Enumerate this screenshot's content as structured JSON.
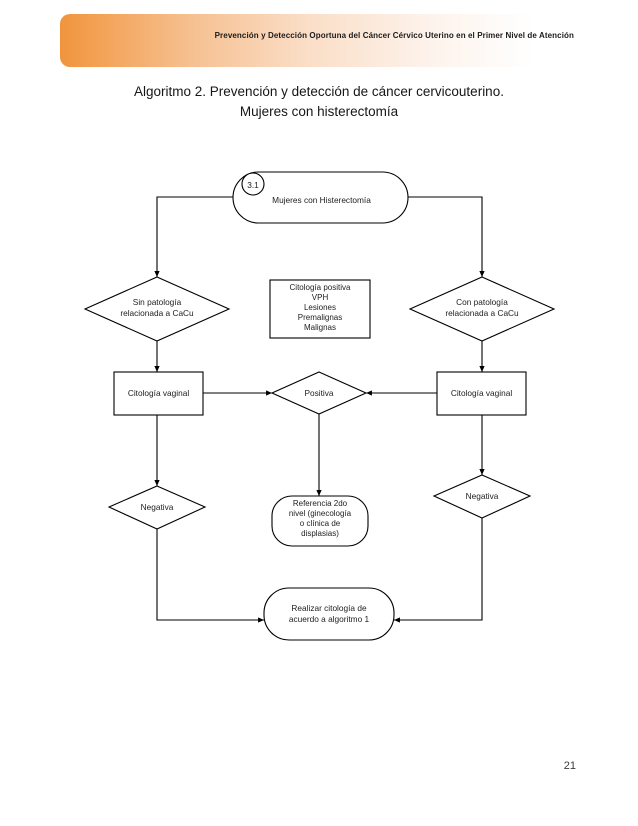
{
  "header": {
    "banner_text": "Prevención y Detección Oportuna del Cáncer Cérvico Uterino en el Primer Nivel de Atención",
    "gradient_from": "#f0943e",
    "gradient_to": "#ffffff"
  },
  "title": {
    "line1": "Algoritmo 2. Prevención y detección de cáncer cervicouterino.",
    "line2": "Mujeres con histerectomía"
  },
  "footer": {
    "page_number": "21"
  },
  "diagram": {
    "stroke_color": "#000000",
    "fill_color": "#ffffff",
    "nodes": {
      "start": {
        "badge": "3.1",
        "label": "Mujeres con Histerectomía",
        "shape": "stadium"
      },
      "left_branch": {
        "label_line1": "Sin patología",
        "label_line2": "relacionada a CaCu",
        "shape": "diamond"
      },
      "right_branch": {
        "label_line1": "Con patología",
        "label_line2": "relacionada a CaCu",
        "shape": "diamond"
      },
      "legend_box": {
        "line1": "Citología positiva",
        "line2": "VPH",
        "line3": "Lesiones",
        "line4": "Premalignas",
        "line5": "Malignas",
        "shape": "rectangle"
      },
      "left_cytology": {
        "label": "Citología vaginal",
        "shape": "rectangle"
      },
      "right_cytology": {
        "label": "Citología vaginal",
        "shape": "rectangle"
      },
      "positive": {
        "label": "Positiva",
        "shape": "diamond"
      },
      "left_negative": {
        "label": "Negativa",
        "shape": "diamond"
      },
      "right_negative": {
        "label": "Negativa",
        "shape": "diamond"
      },
      "referral": {
        "line1": "Referencia 2do",
        "line2": "nivel (ginecología",
        "line3": "o clínica de",
        "line4": "displasias)",
        "shape": "stadium"
      },
      "bottom": {
        "line1": "Realizar citología de",
        "line2": "acuerdo a algoritmo 1",
        "shape": "stadium"
      }
    }
  }
}
